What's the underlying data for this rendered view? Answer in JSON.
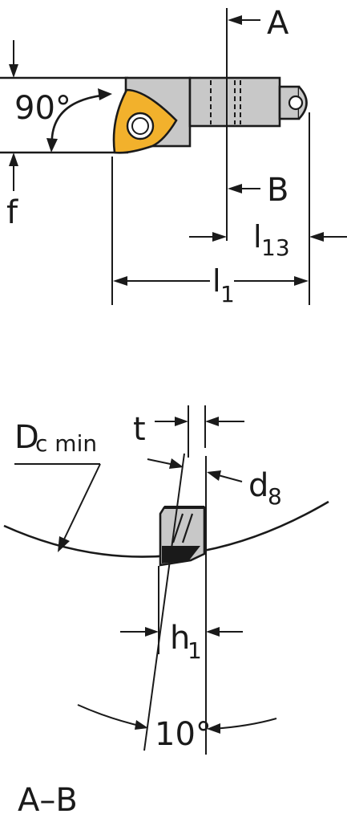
{
  "top_view": {
    "angle_label": "90°",
    "section_a_label": "A",
    "section_b_label": "B",
    "dim_f": "f",
    "dim_l13": "l",
    "dim_l13_sub": "13",
    "dim_l1": "l",
    "dim_l1_sub": "1"
  },
  "section_view": {
    "dc_min": "D",
    "dc_min_sub": "c min",
    "dim_t": "t",
    "dim_d8": "d",
    "dim_d8_sub": "8",
    "dim_h1": "h",
    "dim_h1_sub": "1",
    "angle_label": "10°",
    "section_title": "A–B"
  },
  "colors": {
    "insert": "#f2b12c",
    "body": "#c8c8c8",
    "line": "#1a1a1a"
  }
}
